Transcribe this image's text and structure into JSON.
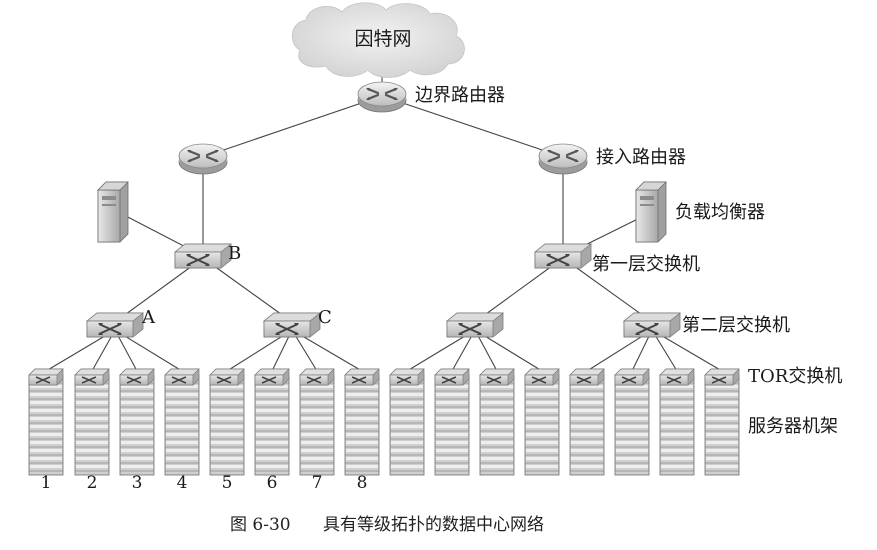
{
  "diagram": {
    "internet_label": "因特网",
    "border_router_label": "边界路由器",
    "access_router_label": "接入路由器",
    "load_balancer_label": "负载均衡器",
    "tier1_switch_label": "第一层交换机",
    "tier2_switch_label": "第二层交换机",
    "tor_switch_label": "TOR交换机",
    "server_rack_label": "服务器机架",
    "switch_b_label": "B",
    "switch_a_label": "A",
    "switch_c_label": "C",
    "rack_numbers": [
      "1",
      "2",
      "3",
      "4",
      "5",
      "6",
      "7",
      "8"
    ]
  },
  "caption": {
    "figure_number": "图 6-30",
    "title": "具有等级拓扑的数据中心网络"
  }
}
